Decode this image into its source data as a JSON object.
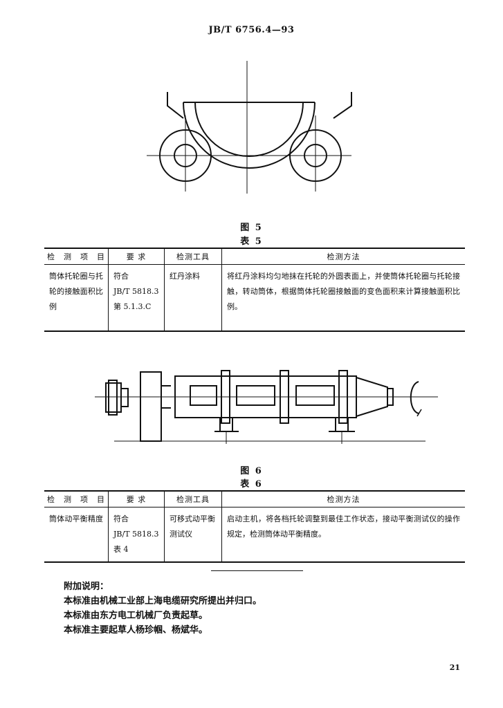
{
  "header": {
    "standard_number": "JB/T 6756.4—93"
  },
  "figure5": {
    "caption": "图  5"
  },
  "table5": {
    "caption": "表  5",
    "headers": [
      "检测项目",
      "要    求",
      "检测工具",
      "检测方法"
    ],
    "row": {
      "item": "筒体托轮圈与托轮的接触面积比例",
      "requirement": [
        "符合",
        "JB/T 5818.3",
        "第 5.1.3.C"
      ],
      "tool": "红丹涂料",
      "method": "将红丹涂料均匀地抹在托轮的外圆表面上，并使筒体托轮圈与托轮接触，转动筒体，根据筒体托轮圈接触面的变色面积来计算接触面积比例。"
    }
  },
  "figure6": {
    "caption": "图  6"
  },
  "table6": {
    "caption": "表  6",
    "headers": [
      "检测项目",
      "要    求",
      "检测工具",
      "检测方法"
    ],
    "row": {
      "item": "筒体动平衡精度",
      "requirement": [
        "符合",
        "JB/T 5818.3",
        "表 4"
      ],
      "tool": "可移式动平衡测试仪",
      "method": "启动主机，将各档托轮调整到最佳工作状态，接动平衡测试仪的操作规定，检测筒体动平衡精度。"
    }
  },
  "notes": {
    "title": "附加说明：",
    "lines": [
      "本标准由机械工业部上海电缆研究所提出并归口。",
      "本标准由东方电工机械厂负责起草。",
      "本标准主要起草人杨珍帼、杨斌华。"
    ]
  },
  "page_number": "21"
}
